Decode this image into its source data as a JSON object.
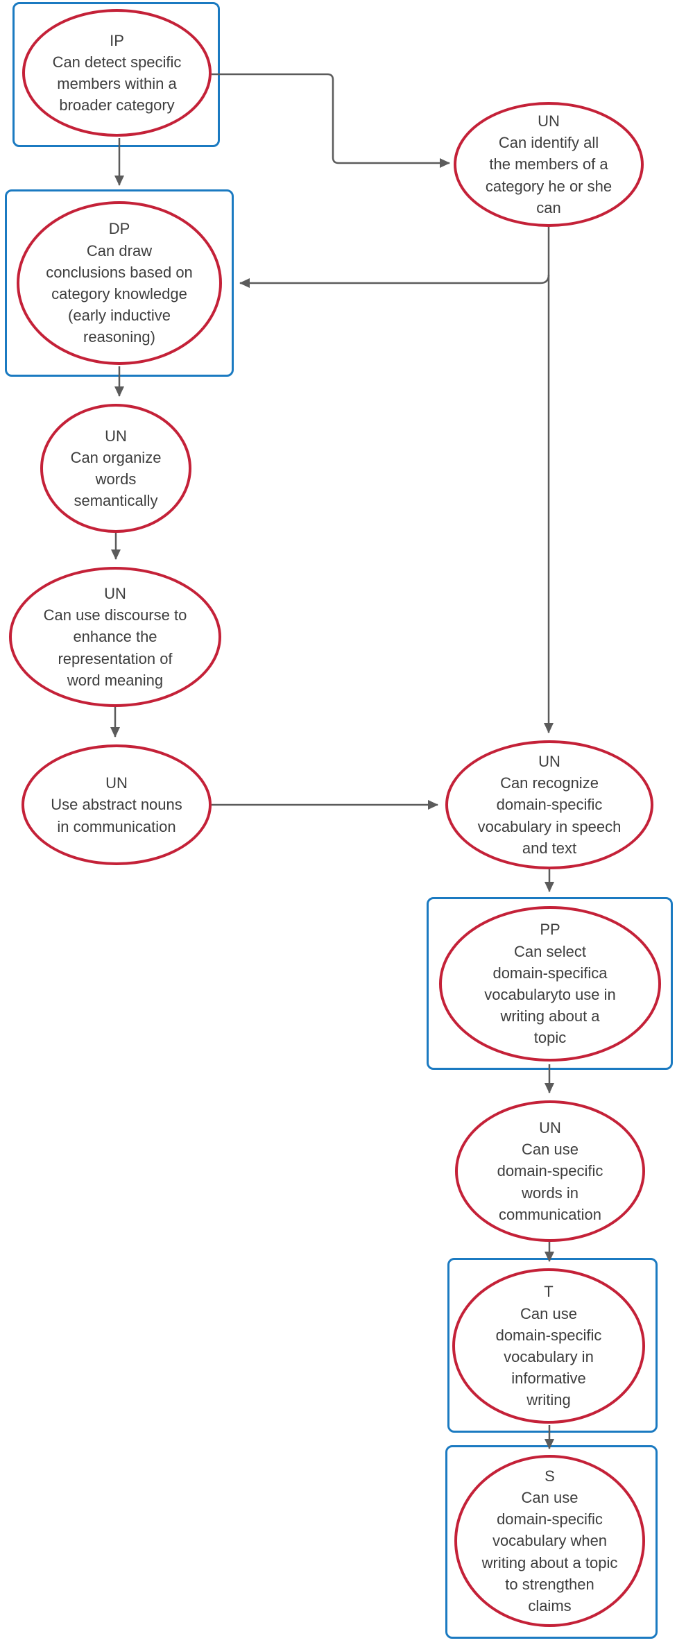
{
  "colors": {
    "ellipse_stroke": "#c42138",
    "box_stroke": "#1b7ac1",
    "connector": "#5b5b5b",
    "text": "#3d3d3d"
  },
  "nodes": {
    "ip": {
      "code": "IP",
      "text": "Can detect specific\nmembers within a\nbroader category",
      "boxed": true
    },
    "un_identify": {
      "code": "UN",
      "text": "Can identify all\nthe members of a\ncategory he or she\ncan",
      "boxed": false
    },
    "dp": {
      "code": "DP",
      "text": "Can draw\nconclusions based on\ncategory knowledge\n(early inductive\nreasoning)",
      "boxed": true
    },
    "un_organize": {
      "code": "UN",
      "text": "Can organize\nwords\nsemantically",
      "boxed": false
    },
    "un_discourse": {
      "code": "UN",
      "text": "Can use discourse to\nenhance the\nrepresentation of\nword meaning",
      "boxed": false
    },
    "un_abstract": {
      "code": "UN",
      "text": "Use abstract nouns\nin communication",
      "boxed": false
    },
    "un_recognize": {
      "code": "UN",
      "text": "Can recognize\ndomain-specific\nvocabulary in speech\nand text",
      "boxed": false
    },
    "pp_select": {
      "code": "PP",
      "text": "Can select\ndomain-specifica\nvocabularyto use in\nwriting about a\ntopic",
      "boxed": true
    },
    "un_words": {
      "code": "UN",
      "text": "Can use\ndomain-specific\nwords in\ncommunication",
      "boxed": false
    },
    "t_informative": {
      "code": "T",
      "text": "Can use\ndomain-specific\nvocabulary in\ninformative\nwriting",
      "boxed": true
    },
    "s_claims": {
      "code": "S",
      "text": "Can use\ndomain-specific\nvocabulary when\nwriting about a topic\nto strengthen\nclaims",
      "boxed": true
    }
  },
  "edges": [
    {
      "from": "ip",
      "to": "un_identify"
    },
    {
      "from": "un_identify",
      "to": "dp"
    },
    {
      "from": "ip",
      "to": "dp"
    },
    {
      "from": "dp",
      "to": "un_organize"
    },
    {
      "from": "un_organize",
      "to": "un_discourse"
    },
    {
      "from": "un_discourse",
      "to": "un_abstract"
    },
    {
      "from": "un_abstract",
      "to": "un_recognize"
    },
    {
      "from": "un_identify",
      "to": "un_recognize"
    },
    {
      "from": "un_recognize",
      "to": "pp_select"
    },
    {
      "from": "pp_select",
      "to": "un_words"
    },
    {
      "from": "un_words",
      "to": "t_informative"
    },
    {
      "from": "t_informative",
      "to": "s_claims"
    }
  ]
}
